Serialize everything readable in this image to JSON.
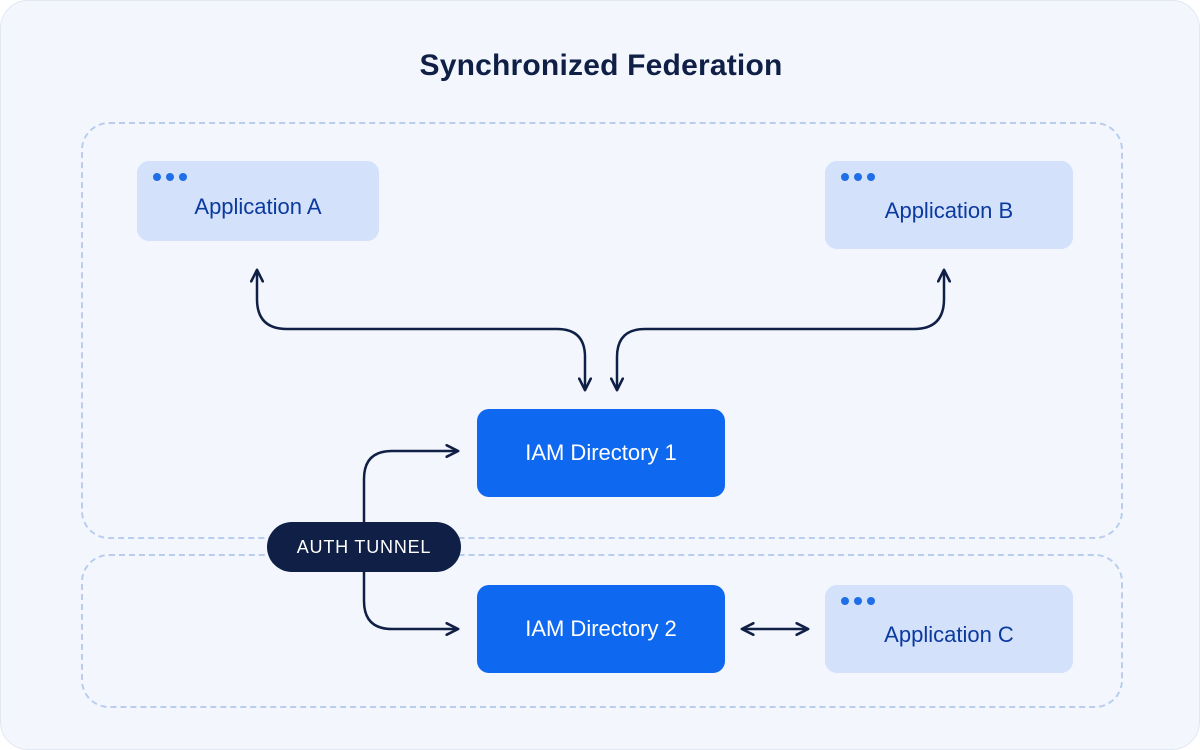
{
  "diagram": {
    "title": "Synchronized Federation",
    "applications": {
      "a": "Application A",
      "b": "Application B",
      "c": "Application C"
    },
    "directories": {
      "one": "IAM Directory 1",
      "two": "IAM Directory 2"
    },
    "tunnel_label": "AUTH TUNNEL",
    "colors": {
      "background": "#f3f7fd",
      "app_box": "#d3e1fb",
      "app_text": "#0b3a9e",
      "directory_box": "#0f68f0",
      "navy": "#0f1f45",
      "dashed_border": "#b9cdee"
    }
  }
}
